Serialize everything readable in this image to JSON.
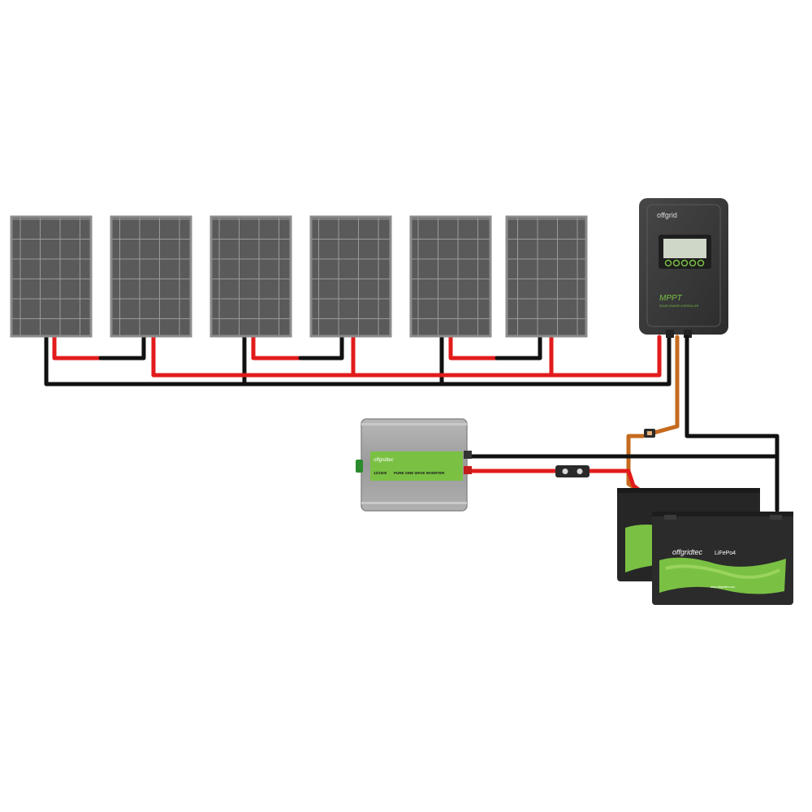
{
  "colors": {
    "background": "#ffffff",
    "panel_cell": "#5a5a5a",
    "panel_frame": "#8c8c8c",
    "wire_positive": "#e21b1b",
    "wire_negative": "#111111",
    "brand_green": "#7ac143",
    "controller_body": "#3a3a3a",
    "battery_body": "#2b2b2b",
    "inverter_body": "#9a9a9a",
    "lcd_screen": "#cfd8c8",
    "fuse_body": "#2a2a2a"
  },
  "panels": {
    "count": 6,
    "icon": "solar-panel-icon"
  },
  "controller": {
    "brand": "offgrid",
    "label": "MPPT",
    "sublabel": "SOLAR CHARGE CONTROLLER",
    "buttons": 5
  },
  "inverter": {
    "brand": "offgridtec",
    "model": "12/1000",
    "label": "PURE SINE WAVE INVERTER"
  },
  "batteries": {
    "count": 2,
    "brand": "offgridtec",
    "chemistry": "LiFePo4",
    "website": "www.offgridtec.com"
  }
}
